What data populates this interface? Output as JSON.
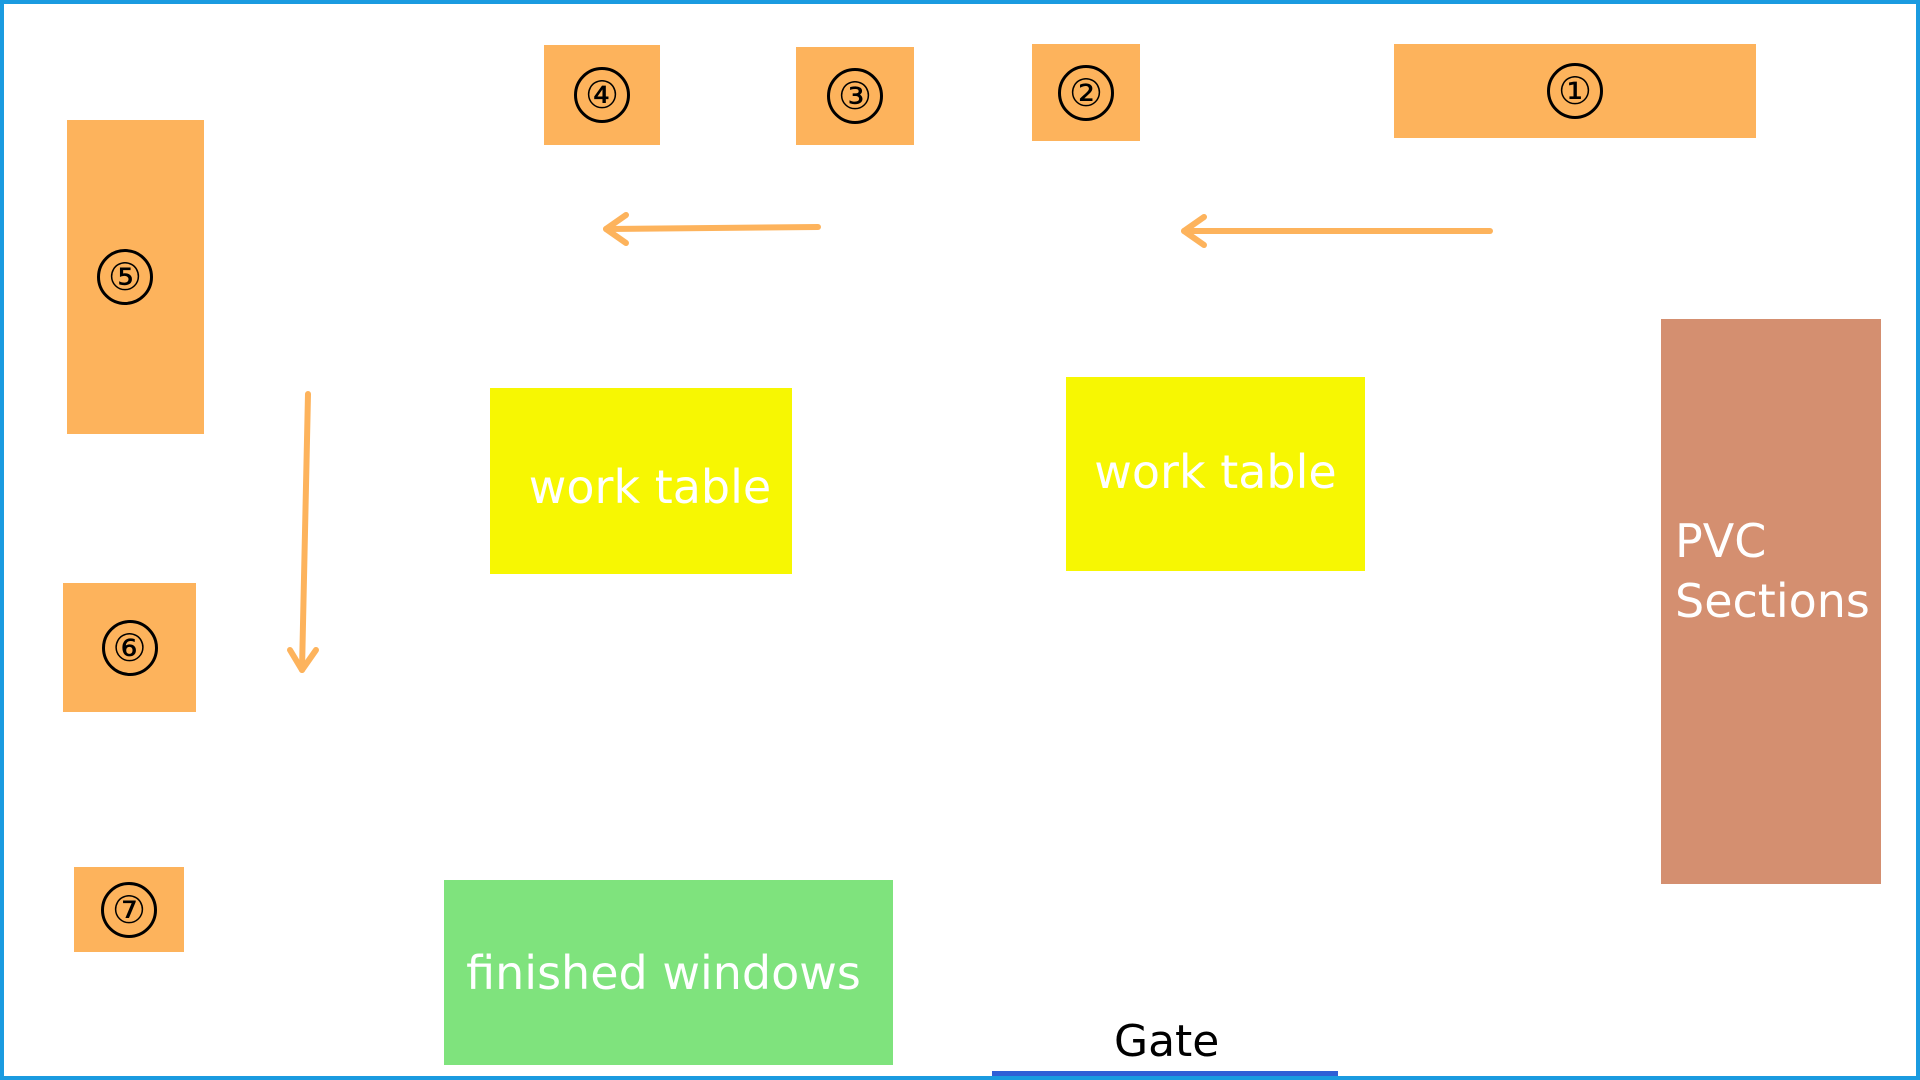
{
  "stations": [
    "①",
    "②",
    "③",
    "④",
    "⑤",
    "⑥",
    "⑦"
  ],
  "work_tables": [
    "work table",
    "work table"
  ],
  "pvc_label": "PVC Sections",
  "finished_label": "finished windows",
  "gate_label": "Gate",
  "colors": {
    "frame": "#1a9be0",
    "station": "#fdb35c",
    "work_table": "#f7f702",
    "pvc": "#d48f70",
    "finished": "#7fe37d",
    "gate": "#2f5fd6",
    "arrow": "#fdb35c"
  }
}
